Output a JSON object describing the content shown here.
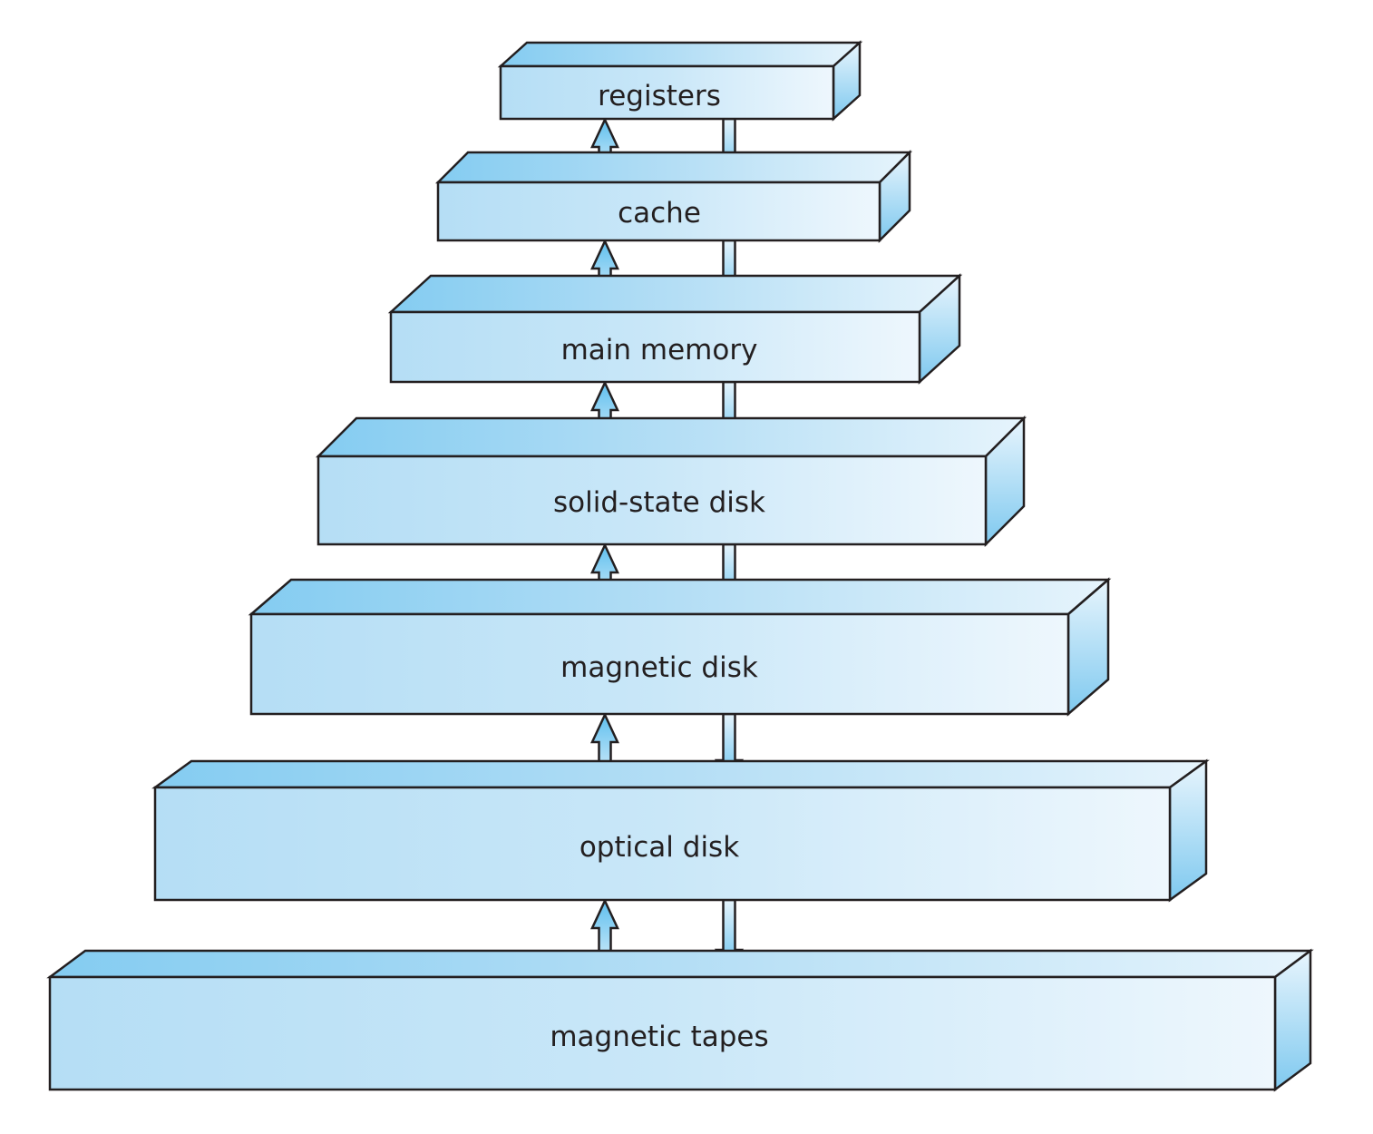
{
  "diagram": {
    "title": "Storage-device hierarchy",
    "levels": [
      {
        "id": "registers",
        "label": "registers"
      },
      {
        "id": "cache",
        "label": "cache"
      },
      {
        "id": "main-memory",
        "label": "main memory"
      },
      {
        "id": "solid-state-disk",
        "label": "solid-state disk"
      },
      {
        "id": "magnetic-disk",
        "label": "magnetic disk"
      },
      {
        "id": "optical-disk",
        "label": "optical disk"
      },
      {
        "id": "magnetic-tapes",
        "label": "magnetic tapes"
      }
    ],
    "connections": [
      {
        "from": "cache",
        "to": "registers",
        "arrows": [
          "up",
          "down"
        ]
      },
      {
        "from": "main-memory",
        "to": "cache",
        "arrows": [
          "up",
          "down"
        ]
      },
      {
        "from": "solid-state-disk",
        "to": "main-memory",
        "arrows": [
          "up",
          "down"
        ]
      },
      {
        "from": "magnetic-disk",
        "to": "solid-state-disk",
        "arrows": [
          "up",
          "down"
        ]
      },
      {
        "from": "optical-disk",
        "to": "magnetic-disk",
        "arrows": [
          "up",
          "down"
        ]
      },
      {
        "from": "magnetic-tapes",
        "to": "optical-disk",
        "arrows": [
          "up",
          "down"
        ]
      }
    ],
    "colors": {
      "box_dark": "#8ccff2",
      "box_light": "#eef7fd",
      "outline": "#231f20",
      "text": "#231f20"
    }
  }
}
